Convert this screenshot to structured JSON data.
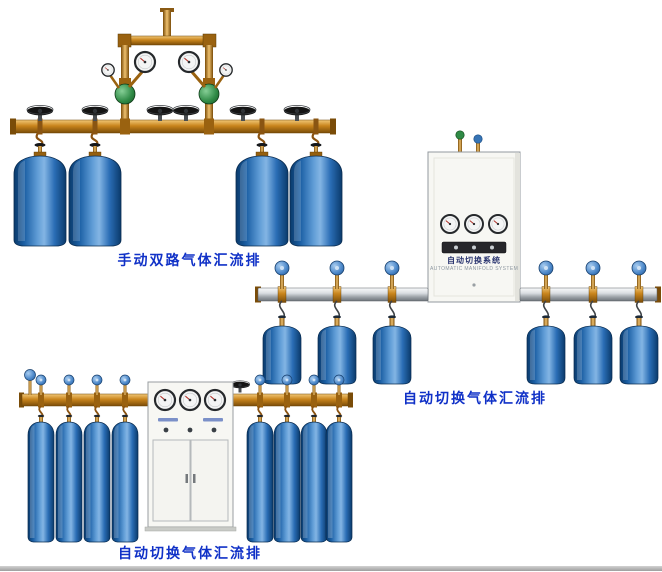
{
  "page": {
    "background": "#ffffff"
  },
  "figures": {
    "manual_dual": {
      "caption": "手动双路气体汇流排",
      "cylinder_count": 4
    },
    "auto_switch_wall": {
      "caption": "自动切换气体汇流排",
      "cylinder_count": 6
    },
    "auto_switch_cabinet": {
      "caption": "自动切换气体汇流排",
      "cylinder_count": 8
    }
  },
  "control_cabinet": {
    "title": "自动切换系统",
    "subtitle": "AUTOMATIC MANIFOLD SYSTEM"
  },
  "colors": {
    "caption": "#1031c7",
    "cylinder_blue": "#2a6db5",
    "brass": "#c8841c",
    "silver_pipe": "#c2c7cc",
    "cabinet": "#f6f6f2"
  }
}
